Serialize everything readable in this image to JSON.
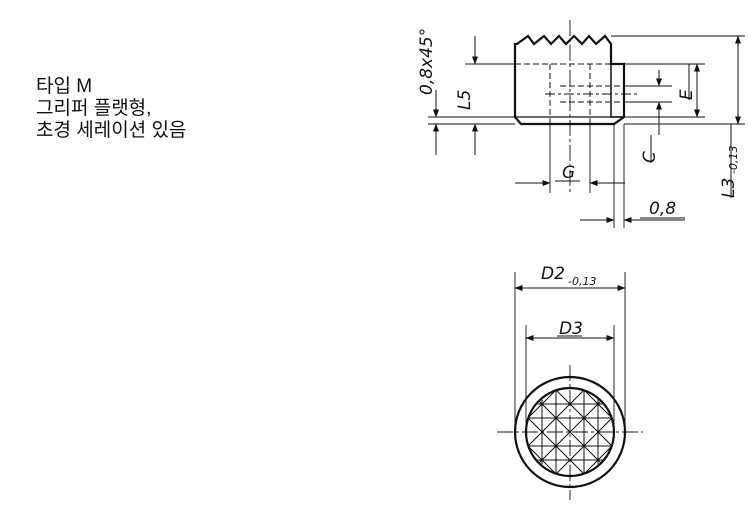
{
  "caption": {
    "line1": "타입 M",
    "line2": "그리퍼 플랫형,",
    "line3": "초경 세레이션 있음"
  },
  "labels": {
    "chamfer": "0,8x45°",
    "l5": "L5",
    "c": "C",
    "e": "E",
    "l3": "L3",
    "l3_tol": "-0,13",
    "g": "G",
    "offset": "0,8",
    "d2": "D2",
    "d2_tol": "-0,13",
    "d3": "D3"
  },
  "colors": {
    "line": "#111111",
    "background": "#ffffff"
  }
}
